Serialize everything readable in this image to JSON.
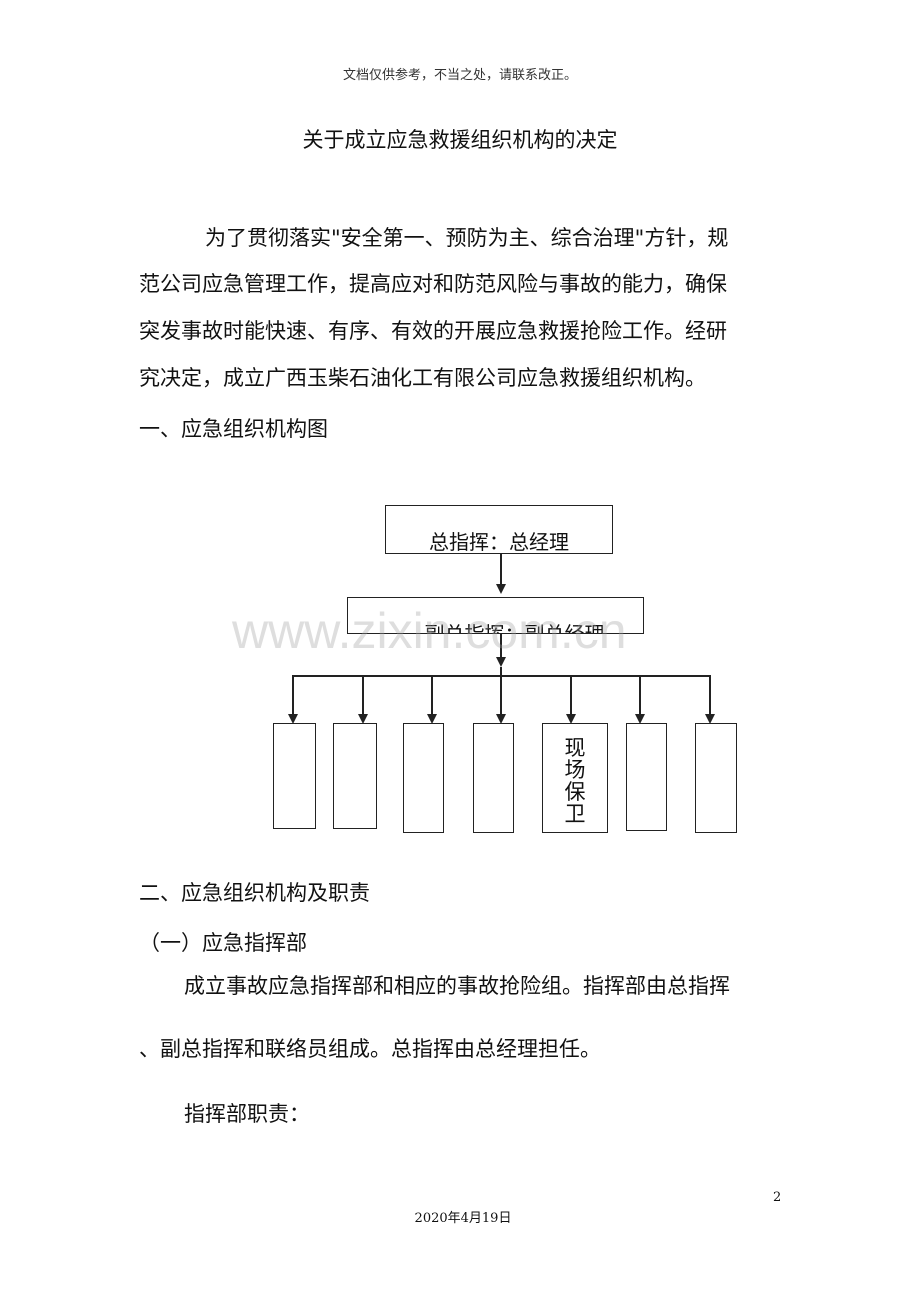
{
  "header_note": "文档仅供参考，不当之处，请联系改正。",
  "title": "关于成立应急救援组织机构的决定",
  "intro_lines": [
    "为了贯彻落实\"安全第一、预防为主、综合治理\"方针，规",
    "范公司应急管理工作，提高应对和防范风险与事故的能力，确保",
    "突发事故时能快速、有序、有效的开展应急救援抢险工作。经研",
    "究决定，成立广西玉柴石油化工有限公司应急救援组织机构。"
  ],
  "section1": "一、应急组织机构图",
  "org_chart": {
    "top": "总指挥：总经理",
    "second": "副总指挥：副总经理",
    "teams": [
      "",
      "",
      "",
      "",
      "现场保卫",
      "",
      ""
    ]
  },
  "watermark": "www.zixin.com.cn",
  "section2": "二、应急组织机构及职责",
  "subsection1": "（一）应急指挥部",
  "body_lines": [
    "成立事故应急指挥部和相应的事故抢险组。指挥部由总指挥",
    "、副总指挥和联络员组成。总指挥由总经理担任。"
  ],
  "duties_label": "指挥部职责：",
  "page_number": "2",
  "date": "2020年4月19日"
}
